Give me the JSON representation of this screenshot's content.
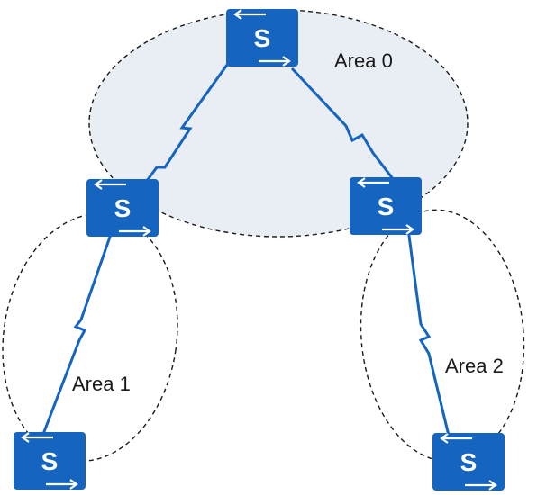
{
  "diagram": {
    "areas": [
      {
        "id": "area0",
        "label": "Area 0"
      },
      {
        "id": "area1",
        "label": "Area 1"
      },
      {
        "id": "area2",
        "label": "Area 2"
      }
    ],
    "switches": [
      {
        "id": "sw-top",
        "letter": "S",
        "icon": "switch-icon"
      },
      {
        "id": "sw-left",
        "letter": "S",
        "icon": "switch-icon"
      },
      {
        "id": "sw-right",
        "letter": "S",
        "icon": "switch-icon"
      },
      {
        "id": "sw-bottom-left",
        "letter": "S",
        "icon": "switch-icon"
      },
      {
        "id": "sw-bottom-right",
        "letter": "S",
        "icon": "switch-icon"
      }
    ],
    "colors": {
      "switch": "#1565c0",
      "link": "#1565c0",
      "area0_fill": "#e9eef5",
      "boundary": "#1a1a1a"
    }
  }
}
